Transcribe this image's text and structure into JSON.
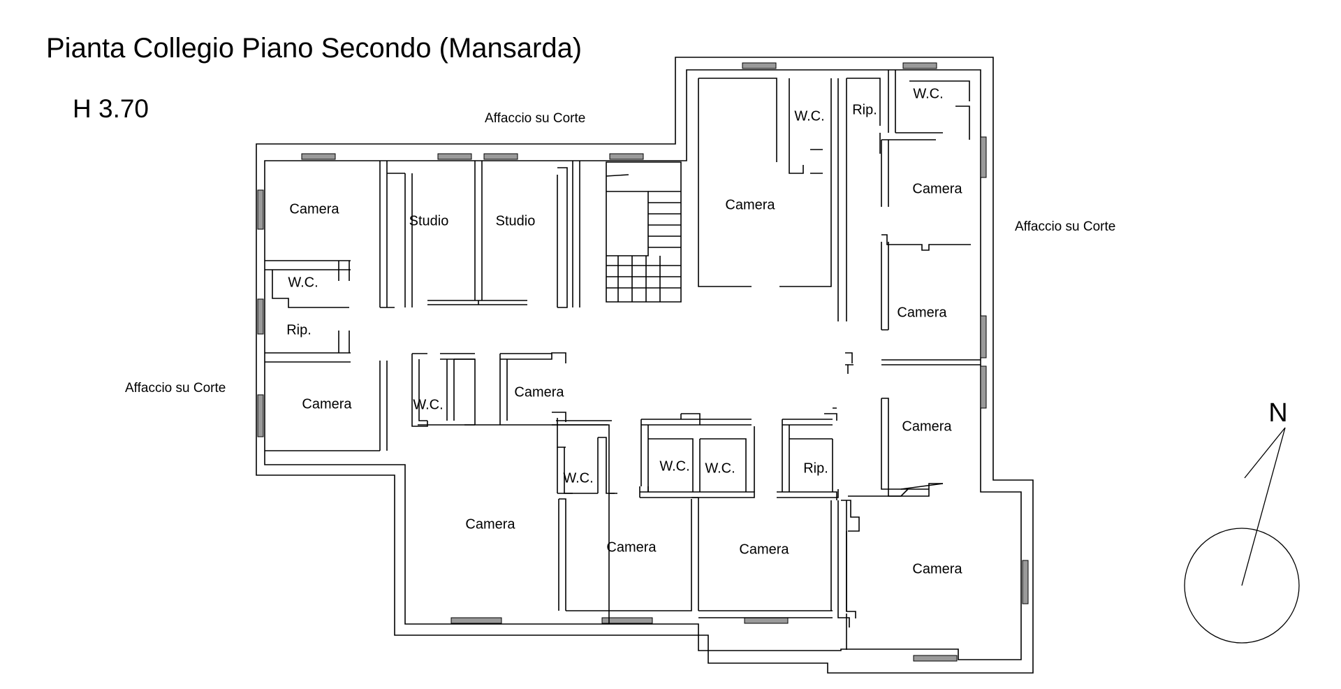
{
  "title": "Pianta Collegio Piano Secondo (Mansarda)",
  "height_label": "H 3.70",
  "orientation": {
    "north_label": "N"
  },
  "external_labels": {
    "top": "Affaccio su Corte",
    "right": "Affaccio su Corte",
    "left": "Affaccio su Corte"
  },
  "rooms": [
    {
      "id": "camera-1",
      "label": "Camera"
    },
    {
      "id": "studio-1",
      "label": "Studio"
    },
    {
      "id": "studio-2",
      "label": "Studio"
    },
    {
      "id": "camera-2",
      "label": "Camera"
    },
    {
      "id": "wc-1",
      "label": "W.C."
    },
    {
      "id": "rip-1",
      "label": "Rip."
    },
    {
      "id": "wc-2",
      "label": "W.C."
    },
    {
      "id": "camera-3",
      "label": "Camera"
    },
    {
      "id": "camera-4",
      "label": "Camera"
    },
    {
      "id": "wc-3",
      "label": "W.C."
    },
    {
      "id": "rip-2",
      "label": "Rip."
    },
    {
      "id": "camera-5",
      "label": "Camera"
    },
    {
      "id": "camera-6",
      "label": "Camera"
    },
    {
      "id": "camera-7",
      "label": "Camera"
    },
    {
      "id": "wc-4",
      "label": "W.C."
    },
    {
      "id": "wc-5",
      "label": "W.C."
    },
    {
      "id": "wc-6",
      "label": "W.C."
    },
    {
      "id": "wc-7",
      "label": "W.C."
    },
    {
      "id": "rip-3",
      "label": "Rip."
    },
    {
      "id": "camera-8",
      "label": "Camera"
    },
    {
      "id": "camera-9",
      "label": "Camera"
    },
    {
      "id": "camera-10",
      "label": "Camera"
    },
    {
      "id": "camera-11",
      "label": "Camera"
    }
  ]
}
